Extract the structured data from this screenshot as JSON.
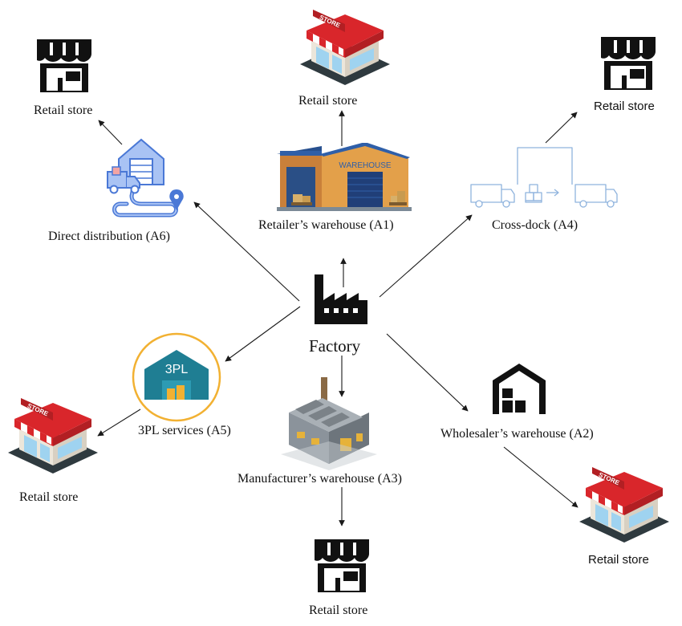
{
  "nodes": {
    "factory": {
      "label": "Factory"
    },
    "a1": {
      "label": "Retailer’s warehouse (A1)",
      "sign": "WAREHOUSE"
    },
    "a2": {
      "label": "Wholesaler’s warehouse (A2)"
    },
    "a3": {
      "label": "Manufacturer’s warehouse (A3)"
    },
    "a4": {
      "label": "Cross-dock (A4)"
    },
    "a5": {
      "label": "3PL services (A5)",
      "sign": "3PL"
    },
    "a6": {
      "label": "Direct distribution (A6)"
    }
  },
  "stores": {
    "a1": {
      "label": "Retail store",
      "sign": "STORE"
    },
    "a2": {
      "label": "Retail store",
      "sign": "STORE"
    },
    "a3": {
      "label": "Retail store"
    },
    "a4": {
      "label": "Retail store"
    },
    "a5": {
      "label": "Retail store",
      "sign": "STORE"
    },
    "a6": {
      "label": "Retail store"
    }
  },
  "colors": {
    "ink": "#111111",
    "arrow": "#1a1a1a",
    "store_roof": "#d9262b",
    "store_awning_white": "#ffffff",
    "store_wall": "#ece6da",
    "store_base": "#2f3a3f",
    "store_glass": "#9fd3f0",
    "warehouse_wall": "#e3a04a",
    "warehouse_roof": "#2f5fa8",
    "cross_dock_line": "#8fb3dd",
    "direct_blue": "#4a78d6",
    "direct_light": "#a9c3f4",
    "tpl_teal": "#1f7e93",
    "tpl_ring": "#f2b132",
    "mfg_grey": "#8b939b",
    "mfg_yellow": "#e6b23a"
  }
}
